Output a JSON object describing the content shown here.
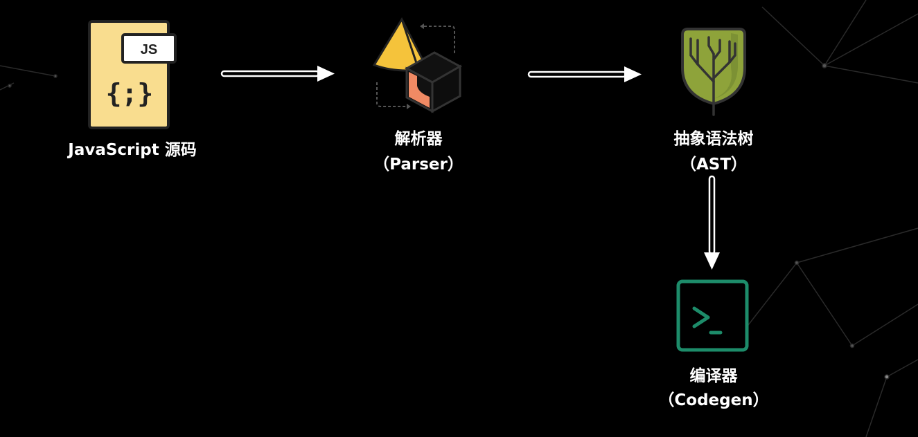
{
  "nodes": {
    "source": {
      "title": "JavaScript 源码",
      "badge": "JS",
      "glyph": "{;}"
    },
    "parser": {
      "title": "解析器",
      "subtitle": "（Parser）"
    },
    "ast": {
      "title": "抽象语法树",
      "subtitle": "（AST）"
    },
    "codegen": {
      "title": "编译器",
      "subtitle": "（Codegen）",
      "glyph": ">_"
    }
  },
  "colors": {
    "background": "#000000",
    "file": "#f9dd8f",
    "parser_yellow": "#f5c33b",
    "parser_orange": "#f08a64",
    "tree": "#8ea33a",
    "terminal": "#1d8c6a"
  }
}
